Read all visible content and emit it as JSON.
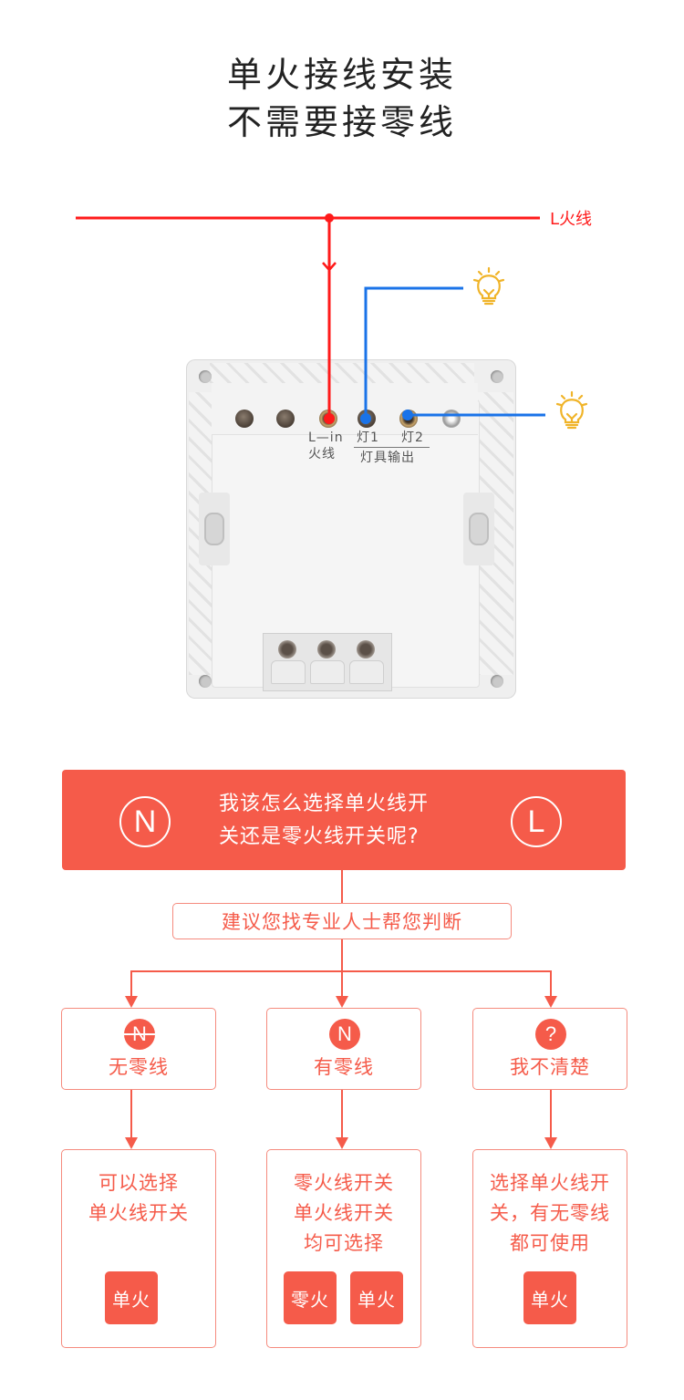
{
  "header": {
    "title_line1": "单火接线安装",
    "title_line2": "不需要接零线"
  },
  "wiring": {
    "live_wire_label": "L火线",
    "colors": {
      "live": "#ff1a1a",
      "output": "#1a73e8",
      "bulb": "#f0b429"
    },
    "icons": [
      "bulb-icon-1",
      "bulb-icon-2"
    ]
  },
  "switch_plate": {
    "terminal_lin": "L—in",
    "terminal_lin_sub": "火线",
    "terminal_lamp1": "灯1",
    "terminal_lamp2": "灯2",
    "output_group_label": "灯具输出"
  },
  "flowchart": {
    "accent_color": "#f55b4a",
    "question": {
      "icon_left": "N",
      "icon_right": "L",
      "line1": "我该怎么选择单火线开",
      "line2": "关还是零火线开关呢?"
    },
    "advice": "建议您找专业人士帮您判断",
    "options": [
      {
        "icon": "N",
        "icon_style": "strikethrough",
        "label": "无零线"
      },
      {
        "icon": "N",
        "icon_style": "normal",
        "label": "有零线"
      },
      {
        "icon": "?",
        "icon_style": "normal",
        "label": "我不清楚"
      }
    ],
    "results": [
      {
        "lines": [
          "可以选择",
          "单火线开关"
        ],
        "tags": [
          "单火"
        ]
      },
      {
        "lines": [
          "零火线开关",
          "单火线开关",
          "均可选择"
        ],
        "tags": [
          "零火",
          "单火"
        ]
      },
      {
        "lines": [
          "选择单火线开",
          "关，有无零线",
          "都可使用"
        ],
        "tags": [
          "单火"
        ]
      }
    ]
  }
}
